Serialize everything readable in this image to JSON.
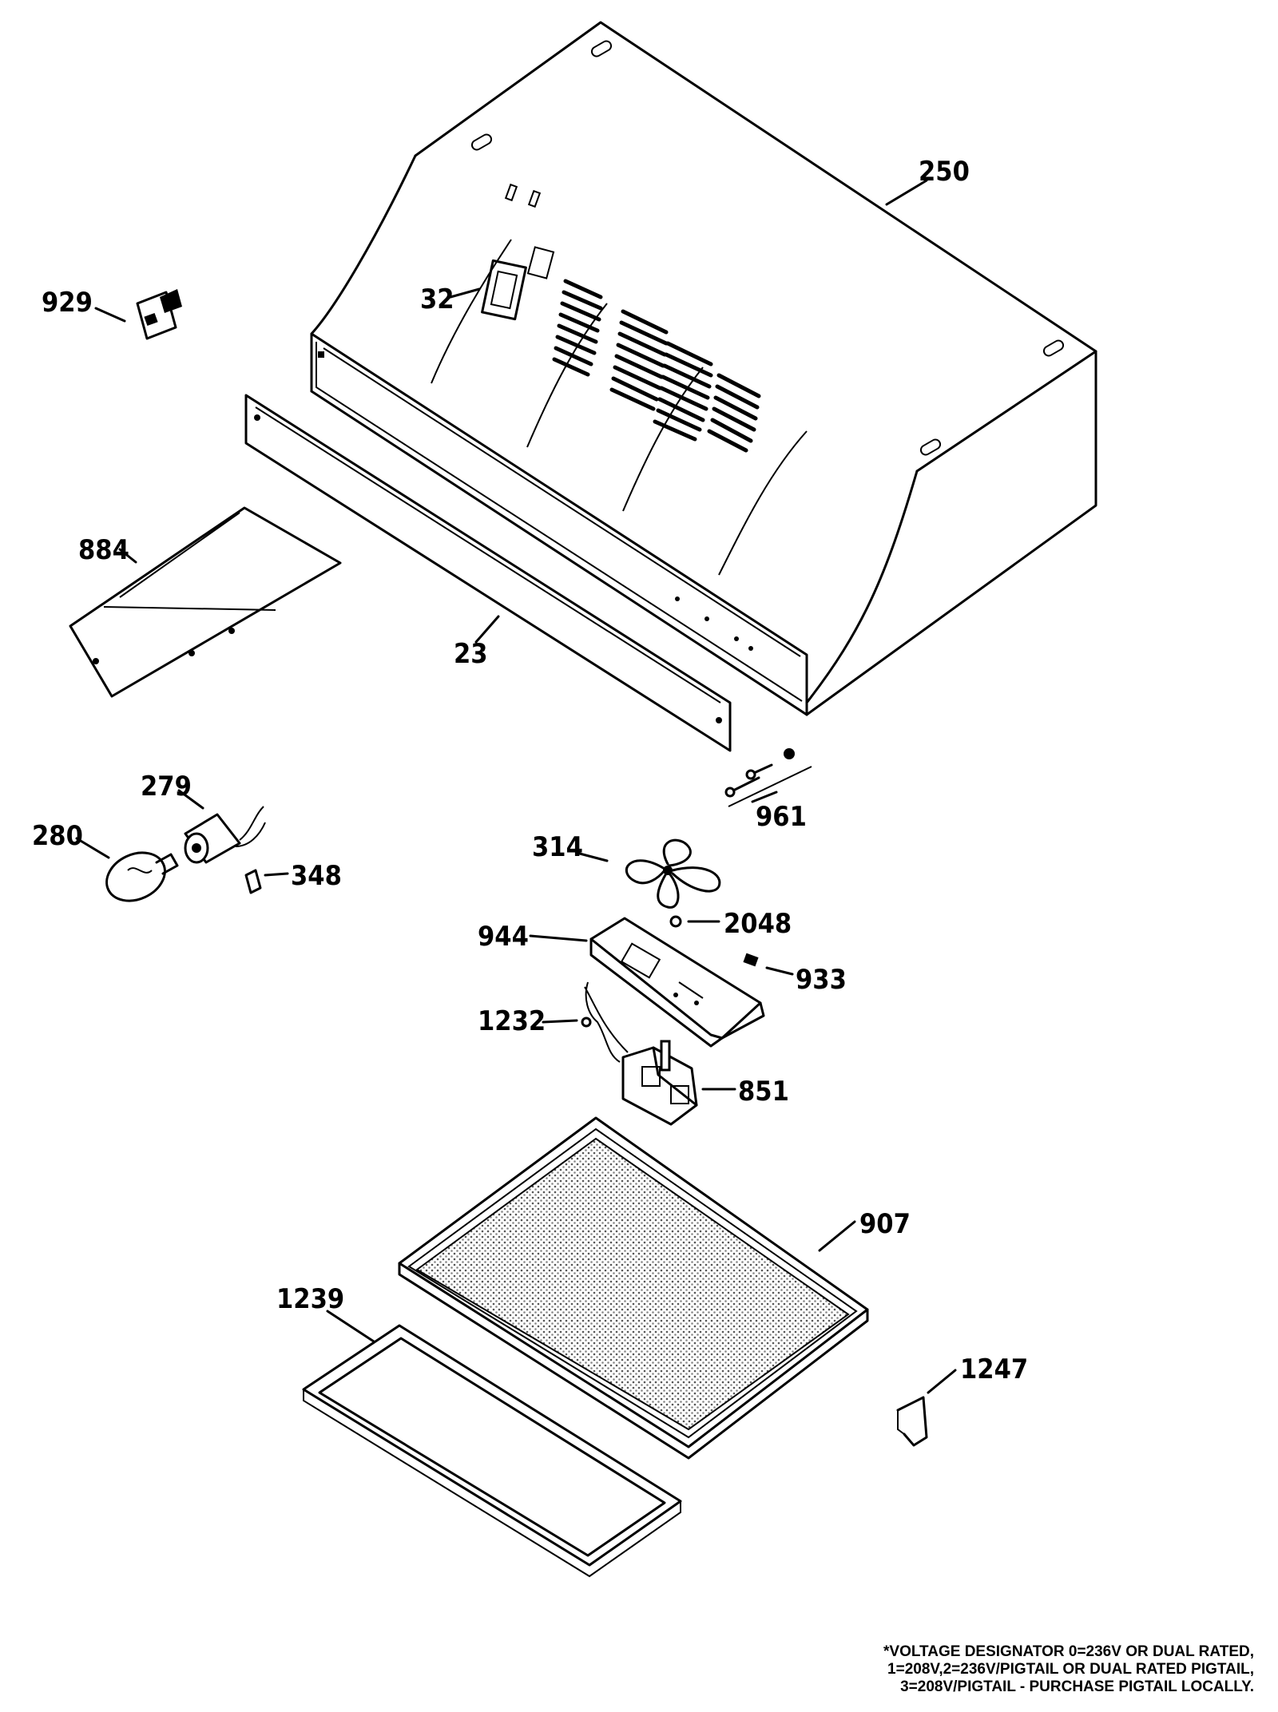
{
  "labels": {
    "p250": "250",
    "p929": "929",
    "p32": "32",
    "p884": "884",
    "p23": "23",
    "p279": "279",
    "p280": "280",
    "p348": "348",
    "p961": "961",
    "p314": "314",
    "p2048": "2048",
    "p944": "944",
    "p933": "933",
    "p1232": "1232",
    "p851": "851",
    "p907": "907",
    "p1239": "1239",
    "p1247": "1247"
  },
  "footnote": "*VOLTAGE DESIGNATOR 0=236V OR DUAL RATED,\n1=208V,2=236V/PIGTAIL OR DUAL RATED PIGTAIL,\n3=208V/PIGTAIL - PURCHASE PIGTAIL LOCALLY."
}
